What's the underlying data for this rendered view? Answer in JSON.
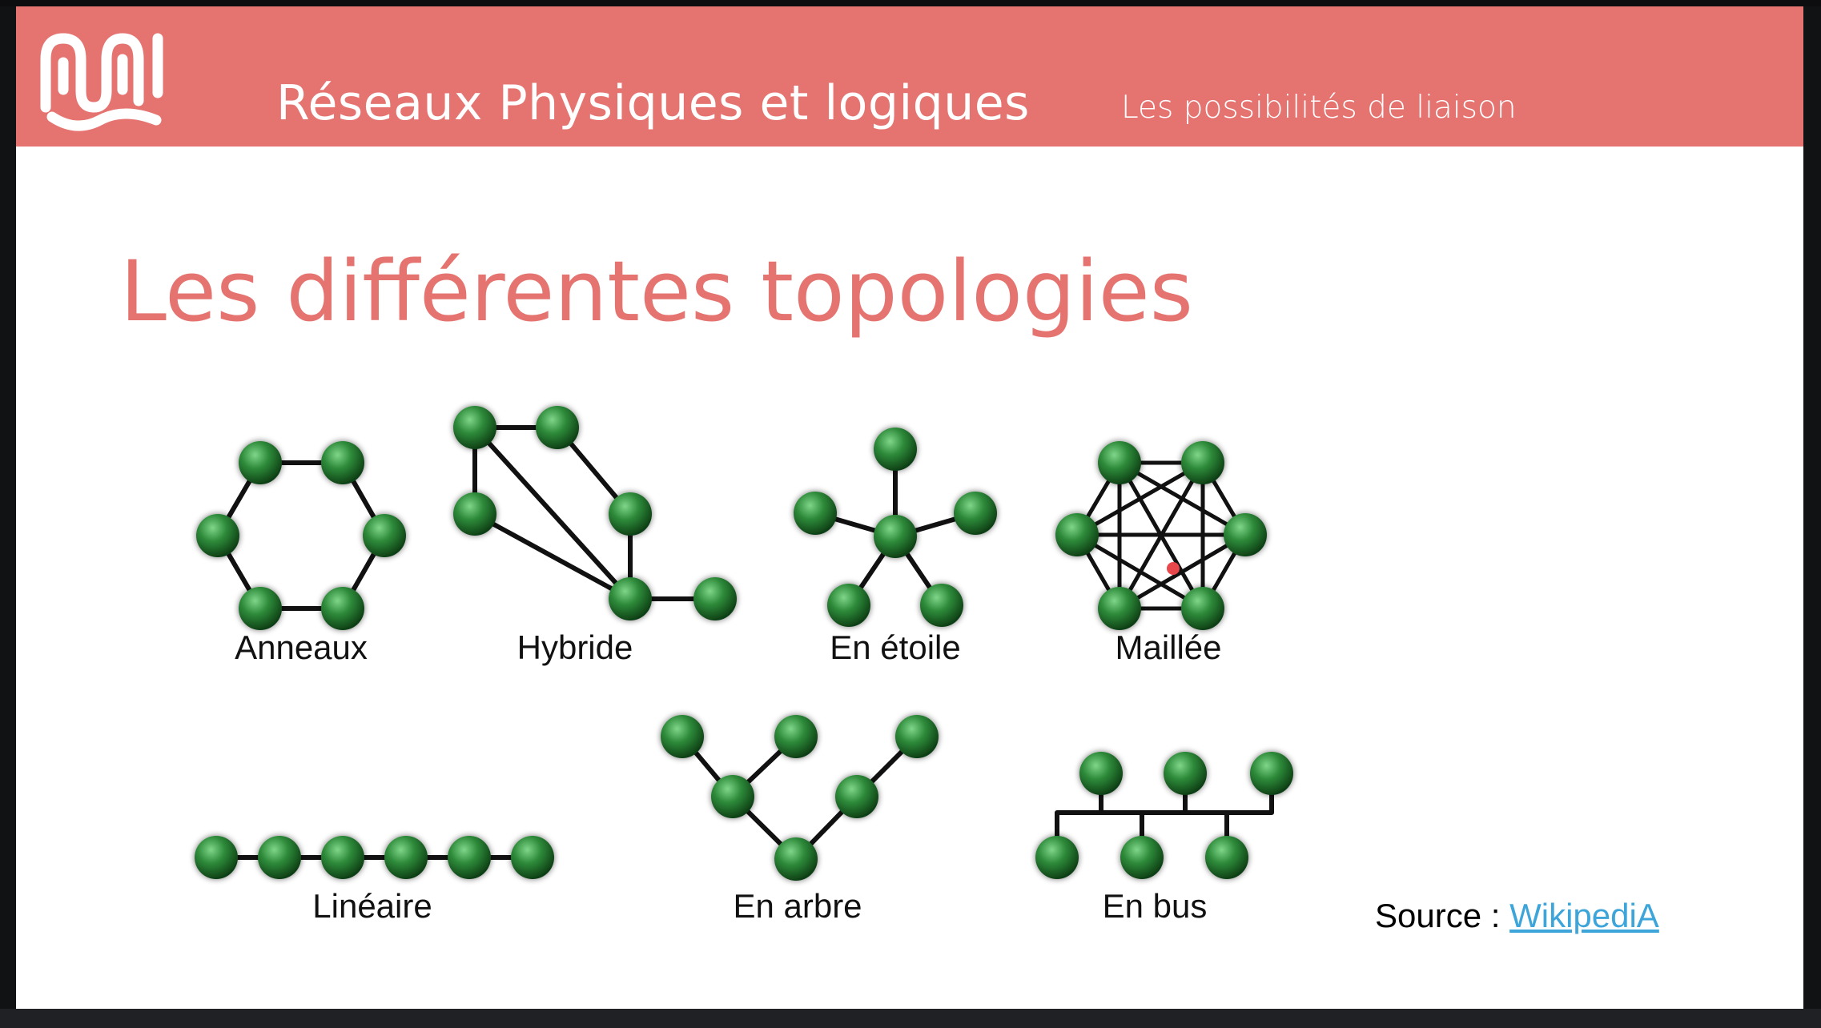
{
  "header": {
    "title": "Réseaux Physiques et logiques",
    "subtitle": "Les possibilités de liaison",
    "brand_color": "#e57471"
  },
  "page": {
    "title": "Les différentes topologies"
  },
  "topologies": {
    "ring": "Anneaux",
    "hybrid": "Hybride",
    "star": "En étoile",
    "mesh": "Maillée",
    "linear": "Linéaire",
    "tree": "En arbre",
    "bus": "En bus"
  },
  "source": {
    "label": "Source : ",
    "link_text": "WikipediA",
    "link_color": "#3da5d9"
  },
  "colors": {
    "node": "#2e8b3a",
    "edge": "#111111",
    "pointer": "#e8474c"
  }
}
